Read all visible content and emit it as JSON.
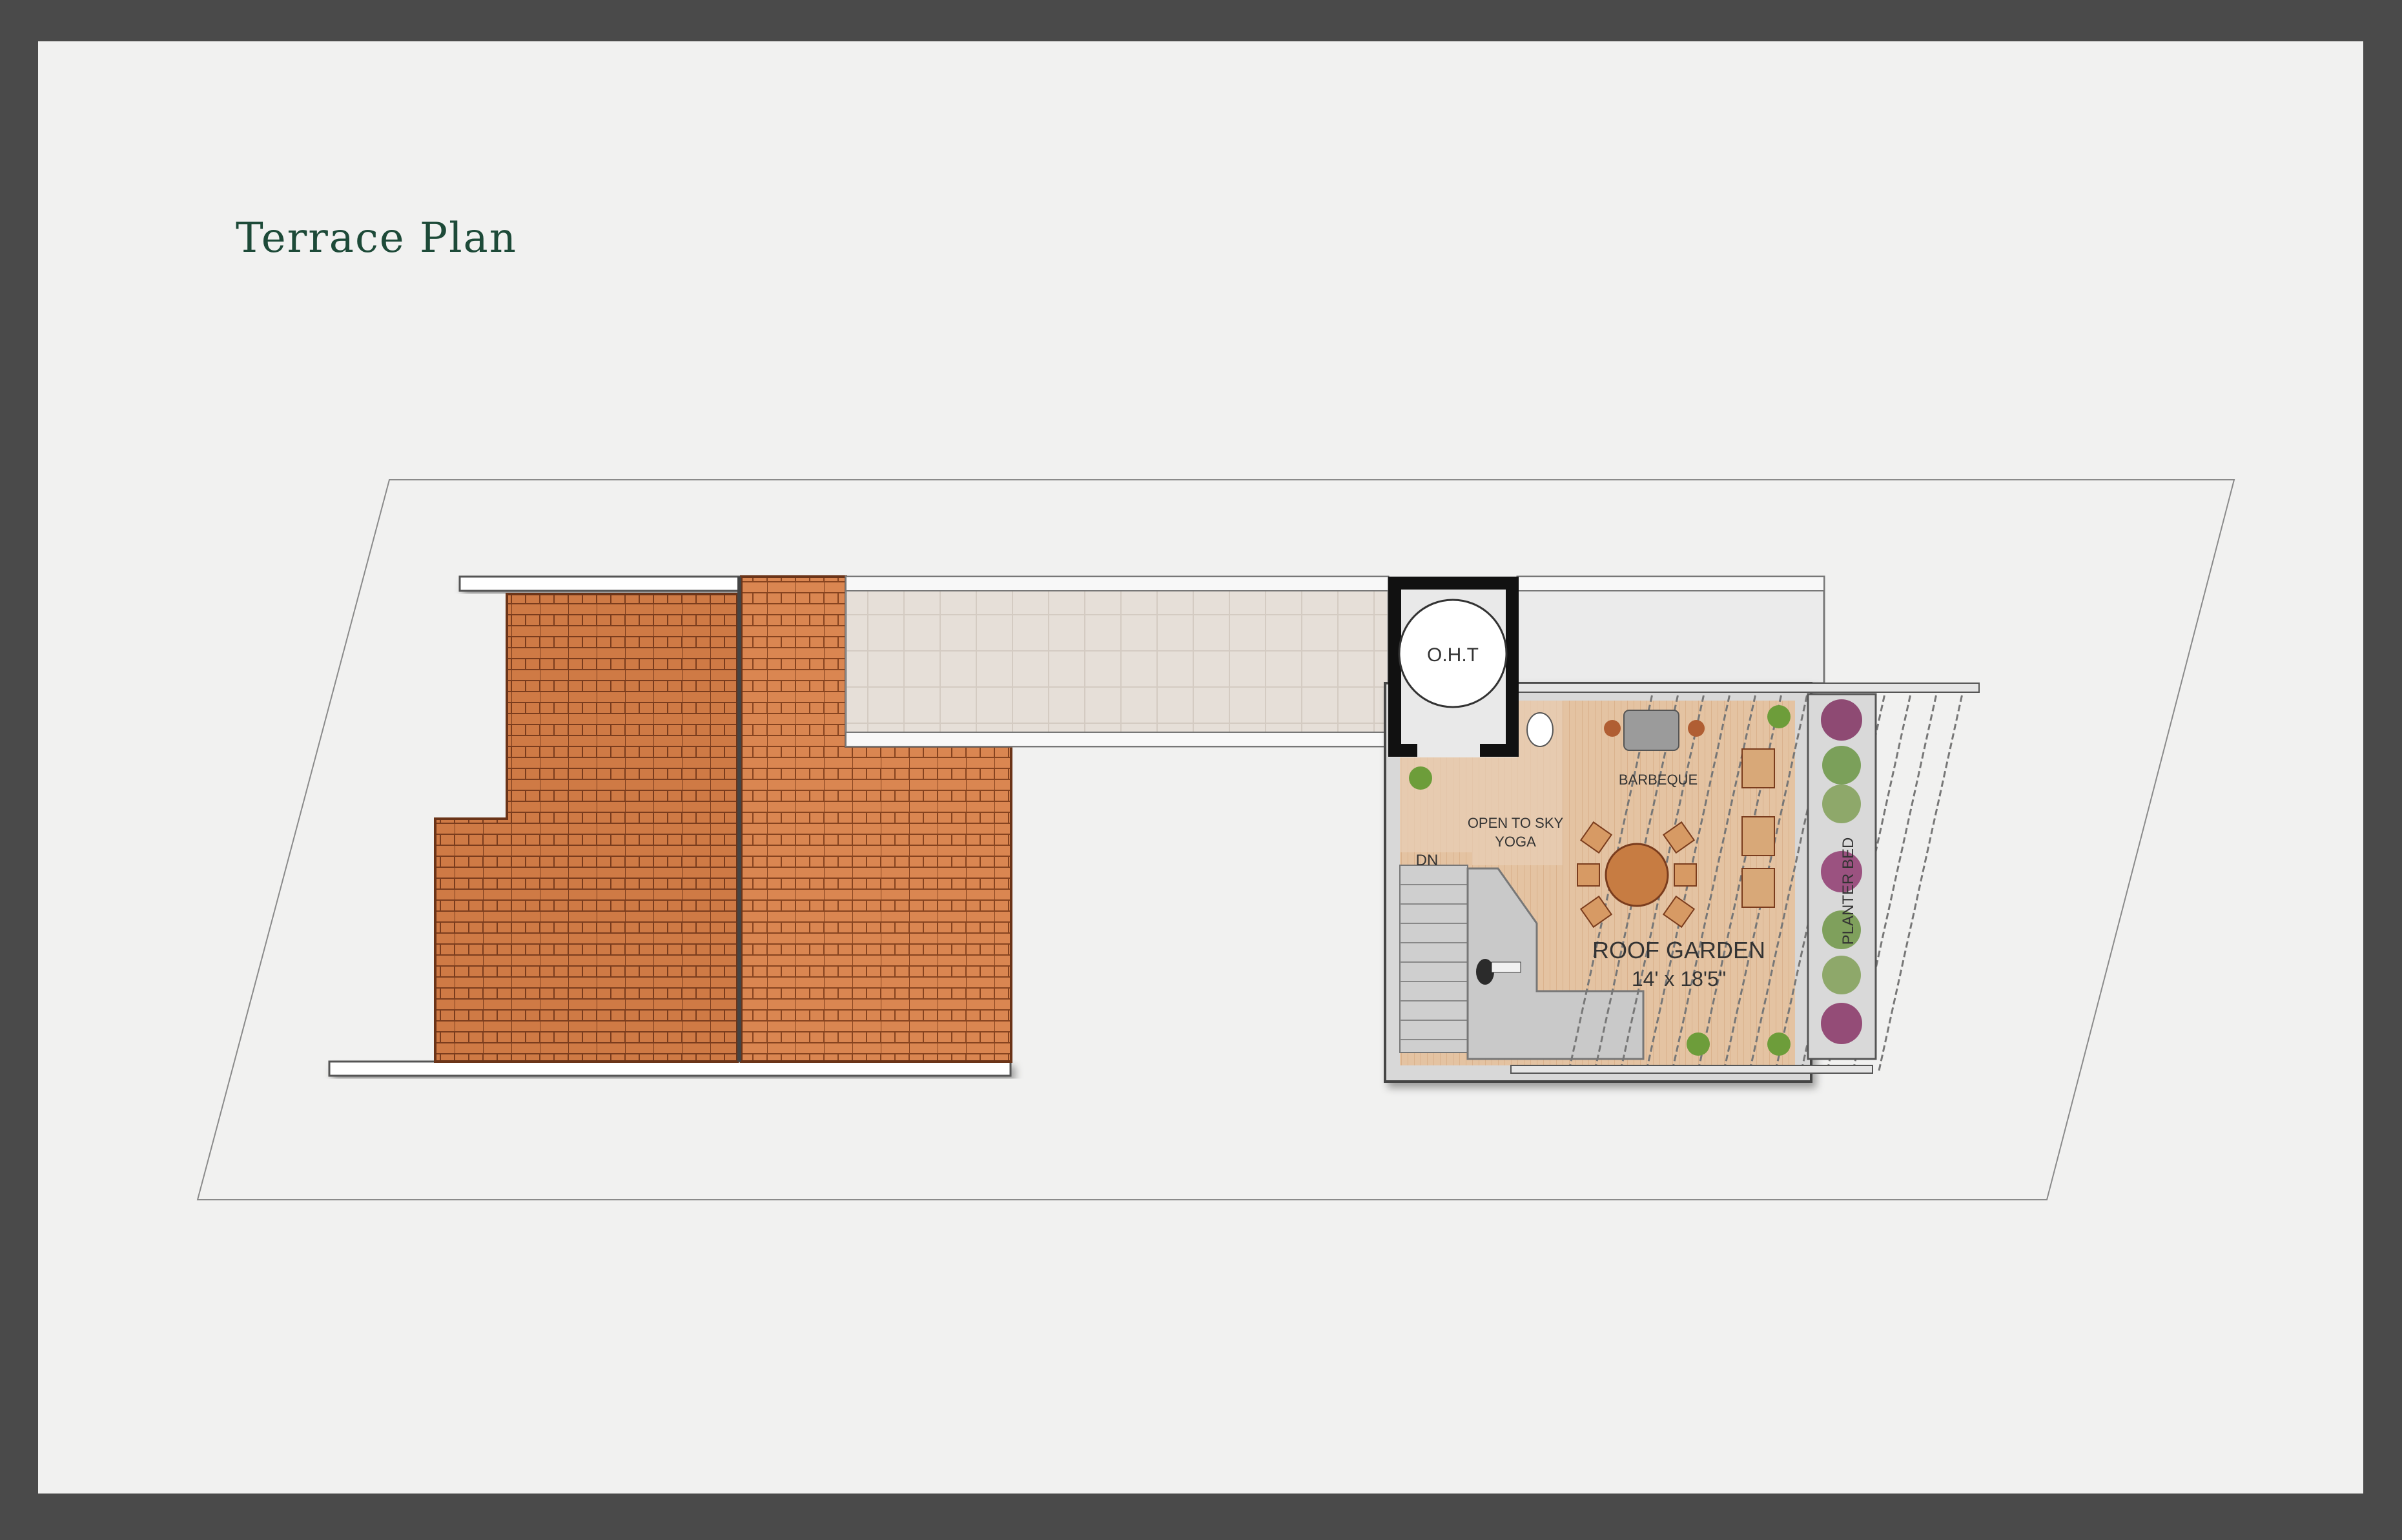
{
  "title": "Terrace Plan",
  "labels": {
    "oht": "O.H.T",
    "barbeque": "BARBEQUE",
    "yoga_line1": "OPEN TO SKY",
    "yoga_line2": "YOGA",
    "dn": "DN",
    "roof_garden": "ROOF GARDEN",
    "roof_garden_size": "14' x 18'5\"",
    "planter_bed": "PLANTER BED"
  },
  "colors": {
    "title": "#1d4a38",
    "roof_tile": "#cf7a45",
    "roof_tile_light": "#db8a55",
    "deck_wood": "#e6c6a6",
    "floor_tile": "#e8e2dc",
    "wall": "#111111",
    "page_frame": "#4a4a4a"
  }
}
